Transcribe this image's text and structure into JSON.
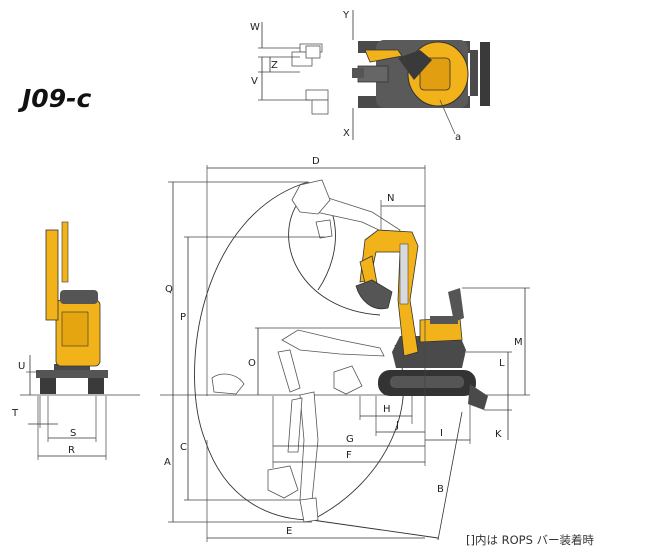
{
  "model": "J09-c",
  "note": "[]内は ROPS バー装着時",
  "colors": {
    "yellow": "#f2b21a",
    "dark": "#4a4a4a",
    "track": "#333333",
    "line": "#333333"
  },
  "labels": {
    "W": "W",
    "Y": "Y",
    "Z": "Z",
    "V": "V",
    "X": "X",
    "a": "a",
    "D": "D",
    "N": "N",
    "Q": "Q",
    "P": "P",
    "M": "M",
    "O": "O",
    "L": "L",
    "H": "H",
    "J": "J",
    "I": "I",
    "K": "K",
    "G": "G",
    "F": "F",
    "A": "A",
    "C": "C",
    "E": "E",
    "B": "B",
    "U": "U",
    "T": "T",
    "S": "S",
    "R": "R"
  }
}
